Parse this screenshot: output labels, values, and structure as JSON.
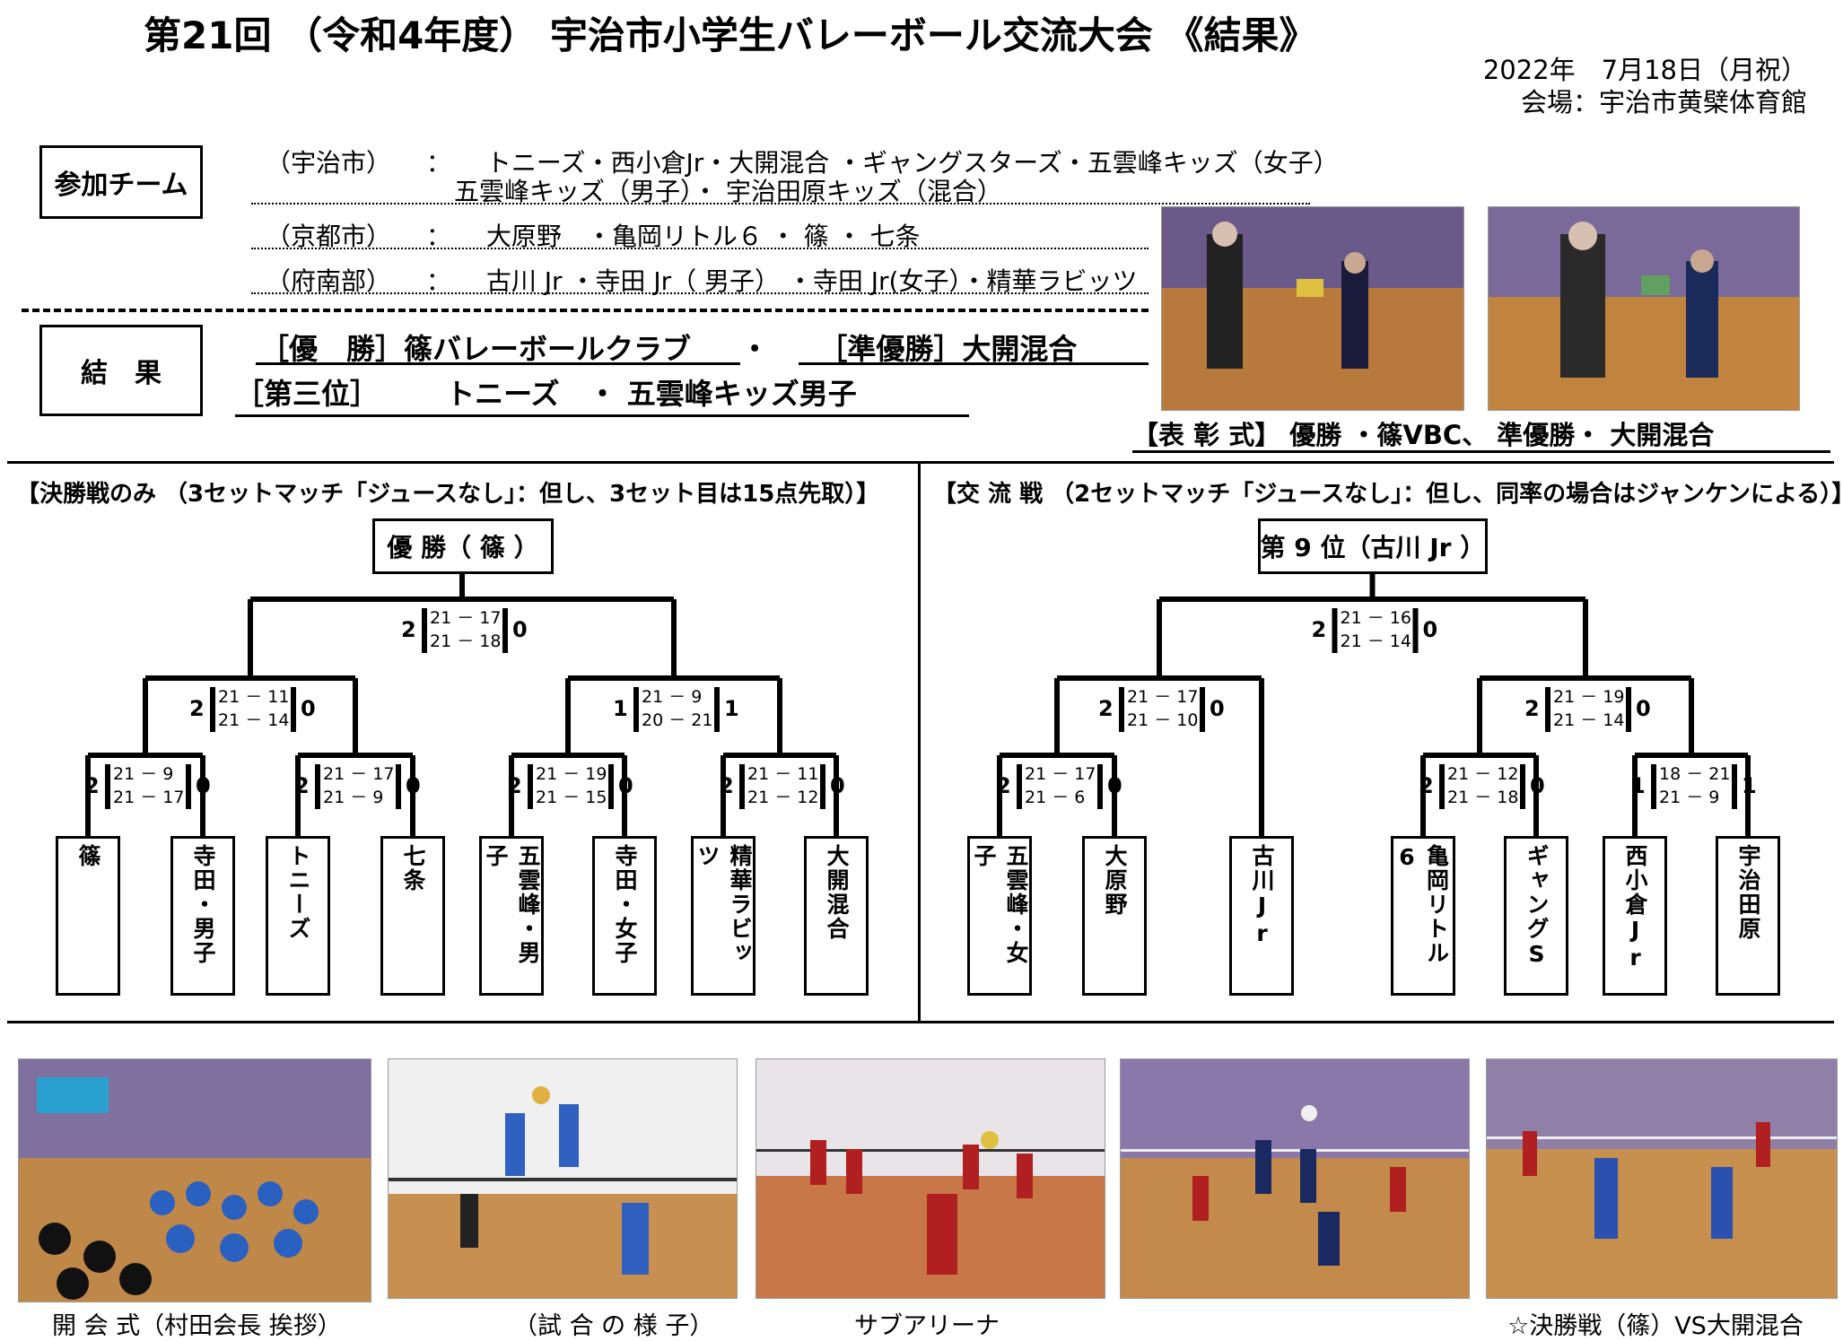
{
  "header": {
    "title": "第21回 （令和4年度） 宇治市小学生バレーボール交流大会 《結果》",
    "date": "2022年　7月18日（月祝）",
    "venue": "会場：宇治市黄檗体育館"
  },
  "participants": {
    "label": "参加チーム",
    "rows": [
      {
        "region": "（宇治市）",
        "sep": "：",
        "teams": "トニーズ・西小倉Jr・大開混合 ・ギャングスターズ・五雲峰キッズ（女子）"
      },
      {
        "region": "",
        "sep": "",
        "teams": "五雲峰キッズ（男子）・ 宇治田原キッズ（混合）"
      },
      {
        "region": "（京都市）",
        "sep": "：",
        "teams": "大原野　・亀岡リトル６ ・ 篠 ・ 七条"
      },
      {
        "region": "（府南部）",
        "sep": "：",
        "teams": "古川 Jr ・寺田 Jr（ 男子） ・寺田 Jr(女子）・精華ラビッツ"
      }
    ]
  },
  "results": {
    "label": "結　果",
    "line1a": "［優　勝］篠バレーボールクラブ",
    "line1sep": "・",
    "line1b": "［準優勝］大開混合",
    "line2a": "［第三位］",
    "line2b": "トニーズ　・ 五雲峰キッズ男子"
  },
  "award_caption": "【表 彰 式】 優勝 ・篠VBC、 準優勝・ 大開混合",
  "bracket_left": {
    "heading": "【決勝戦のみ （3セットマッチ「ジュースなし」：但し、3セット目は15点先取）】",
    "champion": "優 勝（ 篠 ）",
    "teams": [
      "篠",
      "寺田・男子",
      "トニーズ",
      "七条",
      "五雲峰・男子",
      "寺田・女子",
      "精華ラビッツ",
      "大開混合"
    ],
    "r1": [
      {
        "l": "2",
        "s1": "21 － 9",
        "s2": "21 － 17",
        "r": "0"
      },
      {
        "l": "2",
        "s1": "21 － 17",
        "s2": "21 － 9",
        "r": "0"
      },
      {
        "l": "2",
        "s1": "21 － 19",
        "s2": "21 － 15",
        "r": "0"
      },
      {
        "l": "2",
        "s1": "21 － 11",
        "s2": "21 － 12",
        "r": "0"
      }
    ],
    "r2": [
      {
        "l": "2",
        "s1": "21 － 11",
        "s2": "21 － 14",
        "r": "0"
      },
      {
        "l": "1",
        "s1": "21 － 9",
        "s2": "20 － 21",
        "r": "1"
      }
    ],
    "final": {
      "l": "2",
      "s1": "21 － 17",
      "s2": "21 － 18",
      "r": "0"
    }
  },
  "bracket_right": {
    "heading": "【交 流 戦 （2セットマッチ「ジュースなし」：但し、同率の場合はジャンケンによる）】",
    "champion": "第 9 位（古川 Jr ）",
    "teams": [
      "五雲峰・女子",
      "大原野",
      "古川Jr",
      "亀岡リトル6",
      "ギャングS",
      "西小倉Jr",
      "宇治田原"
    ],
    "r1": [
      {
        "l": "2",
        "s1": "21 － 17",
        "s2": "21 － 6",
        "r": "0"
      },
      {
        "l": "2",
        "s1": "21 － 12",
        "s2": "21 － 18",
        "r": "0"
      },
      {
        "l": "1",
        "s1": "18 － 21",
        "s2": "21 － 9",
        "r": "1"
      }
    ],
    "r2": [
      {
        "l": "2",
        "s1": "21 － 17",
        "s2": "21 － 10",
        "r": "0"
      },
      {
        "l": "2",
        "s1": "21 － 19",
        "s2": "21 － 14",
        "r": "0"
      }
    ],
    "final": {
      "l": "2",
      "s1": "21 － 16",
      "s2": "21 － 14",
      "r": "0"
    }
  },
  "photos": {
    "captions": [
      "開 会 式（村田会長 挨拶）",
      "（試 合 の 様 子）",
      "サブアリーナ",
      "",
      "☆決勝戦（篠）VS大開混合"
    ]
  }
}
